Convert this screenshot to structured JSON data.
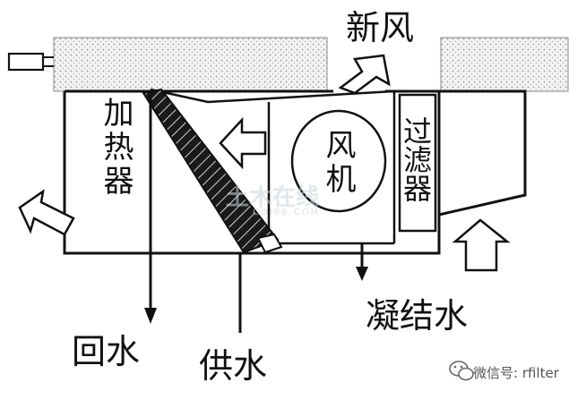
{
  "labels": {
    "fresh_air": "新风",
    "heater": "加热器",
    "fan": "风机",
    "filter": "过滤器",
    "condensate": "凝结水",
    "return_water": "回水",
    "supply_water": "供水"
  },
  "watermark": {
    "main": "土木在线",
    "sub": "COI88.COM"
  },
  "footer": {
    "wechat_text": "微信号: rfilter"
  },
  "icons": {
    "wechat": "wechat-logo-icon"
  }
}
